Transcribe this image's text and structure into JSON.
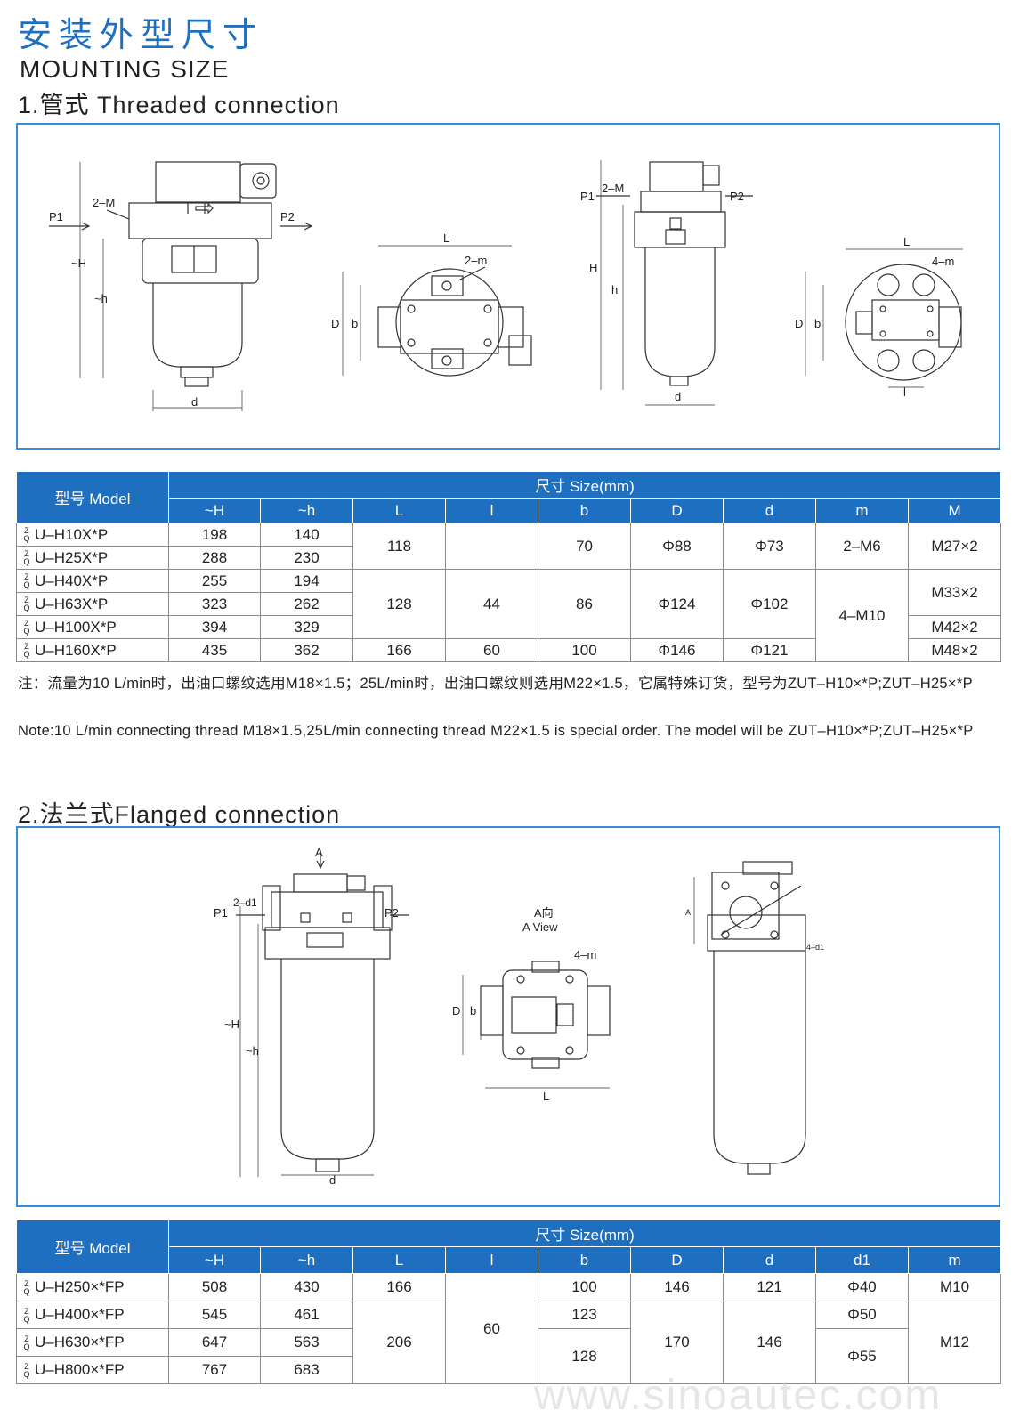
{
  "title_cn": "安装外型尺寸",
  "title_en": "MOUNTING SIZE",
  "section1": {
    "title": "1.管式 Threaded connection",
    "drawing_labels": {
      "p1": "P1",
      "p2": "P2",
      "two_m_cap": "2–M",
      "two_m_lower": "2–m",
      "four_m": "4–m",
      "h_big": "~H",
      "h_small": "~h",
      "H": "H",
      "h": "h",
      "d": "d",
      "D": "D",
      "b": "b",
      "L": "L",
      "l": "l"
    },
    "table": {
      "model_header": "型号 Model",
      "size_header": "尺寸 Size(mm)",
      "columns": [
        "~H",
        "~h",
        "L",
        "l",
        "b",
        "D",
        "d",
        "m",
        "M"
      ],
      "zq_top": "Z",
      "zq_bottom": "Q",
      "rows": [
        {
          "model": "U–H10X*P",
          "H": "198",
          "h": "140"
        },
        {
          "model": "U–H25X*P",
          "H": "288",
          "h": "230"
        },
        {
          "model": "U–H40X*P",
          "H": "255",
          "h": "194"
        },
        {
          "model": "U–H63X*P",
          "H": "323",
          "h": "262"
        },
        {
          "model": "U–H100X*P",
          "H": "394",
          "h": "329"
        },
        {
          "model": "U–H160X*P",
          "H": "435",
          "h": "362"
        }
      ],
      "g1": {
        "L": "118",
        "l": "",
        "b": "70",
        "D": "Φ88",
        "d": "Φ73",
        "m": "2–M6",
        "M": "M27×2"
      },
      "g2": {
        "L": "128",
        "l": "44",
        "b": "86",
        "D": "Φ124",
        "d": "Φ102",
        "m": "4–M10",
        "M_a": "M33×2",
        "M_b": "M42×2"
      },
      "g3": {
        "L": "166",
        "l": "60",
        "b": "100",
        "D": "Φ146",
        "d": "Φ121",
        "M": "M48×2"
      }
    },
    "note_cn": "注：流量为10 L/min时，出油口螺纹选用M18×1.5；25L/min时，出油口螺纹则选用M22×1.5，它属特殊订货，型号为ZUT–H10×*P;ZUT–H25×*P",
    "note_en": "Note:10 L/min connecting thread M18×1.5,25L/min connecting thread M22×1.5 is special order. The model will be ZUT–H10×*P;ZUT–H25×*P"
  },
  "section2": {
    "title": "2.法兰式Flanged connection",
    "drawing_labels": {
      "a": "A",
      "a_view_cn": "A向",
      "a_view_en": "A View",
      "two_d1": "2–d1",
      "four_d1": "4–d1",
      "four_m": "4–m",
      "p1": "P1",
      "p2": "P2",
      "h_big": "~H",
      "h_small": "~h",
      "d": "d",
      "D": "D",
      "b": "b",
      "L": "L"
    },
    "table": {
      "model_header": "型号 Model",
      "size_header": "尺寸 Size(mm)",
      "columns": [
        "~H",
        "~h",
        "L",
        "l",
        "b",
        "D",
        "d",
        "d1",
        "m"
      ],
      "zq_top": "Z",
      "zq_bottom": "Q",
      "rows": [
        {
          "model": "U–H250×*FP",
          "H": "508",
          "h": "430"
        },
        {
          "model": "U–H400×*FP",
          "H": "545",
          "h": "461"
        },
        {
          "model": "U–H630×*FP",
          "H": "647",
          "h": "563"
        },
        {
          "model": "U–H800×*FP",
          "H": "767",
          "h": "683"
        }
      ],
      "r1": {
        "L": "166",
        "b": "100",
        "D": "146",
        "d": "121",
        "d1": "Φ40",
        "m": "M10"
      },
      "r2": {
        "b": "123",
        "d1": "Φ50"
      },
      "rest": {
        "L": "206",
        "b": "128",
        "D": "170",
        "d": "146",
        "d1": "Φ55",
        "m": "M12"
      },
      "l_all": "60"
    }
  },
  "watermark": "www.sinoautec.com"
}
